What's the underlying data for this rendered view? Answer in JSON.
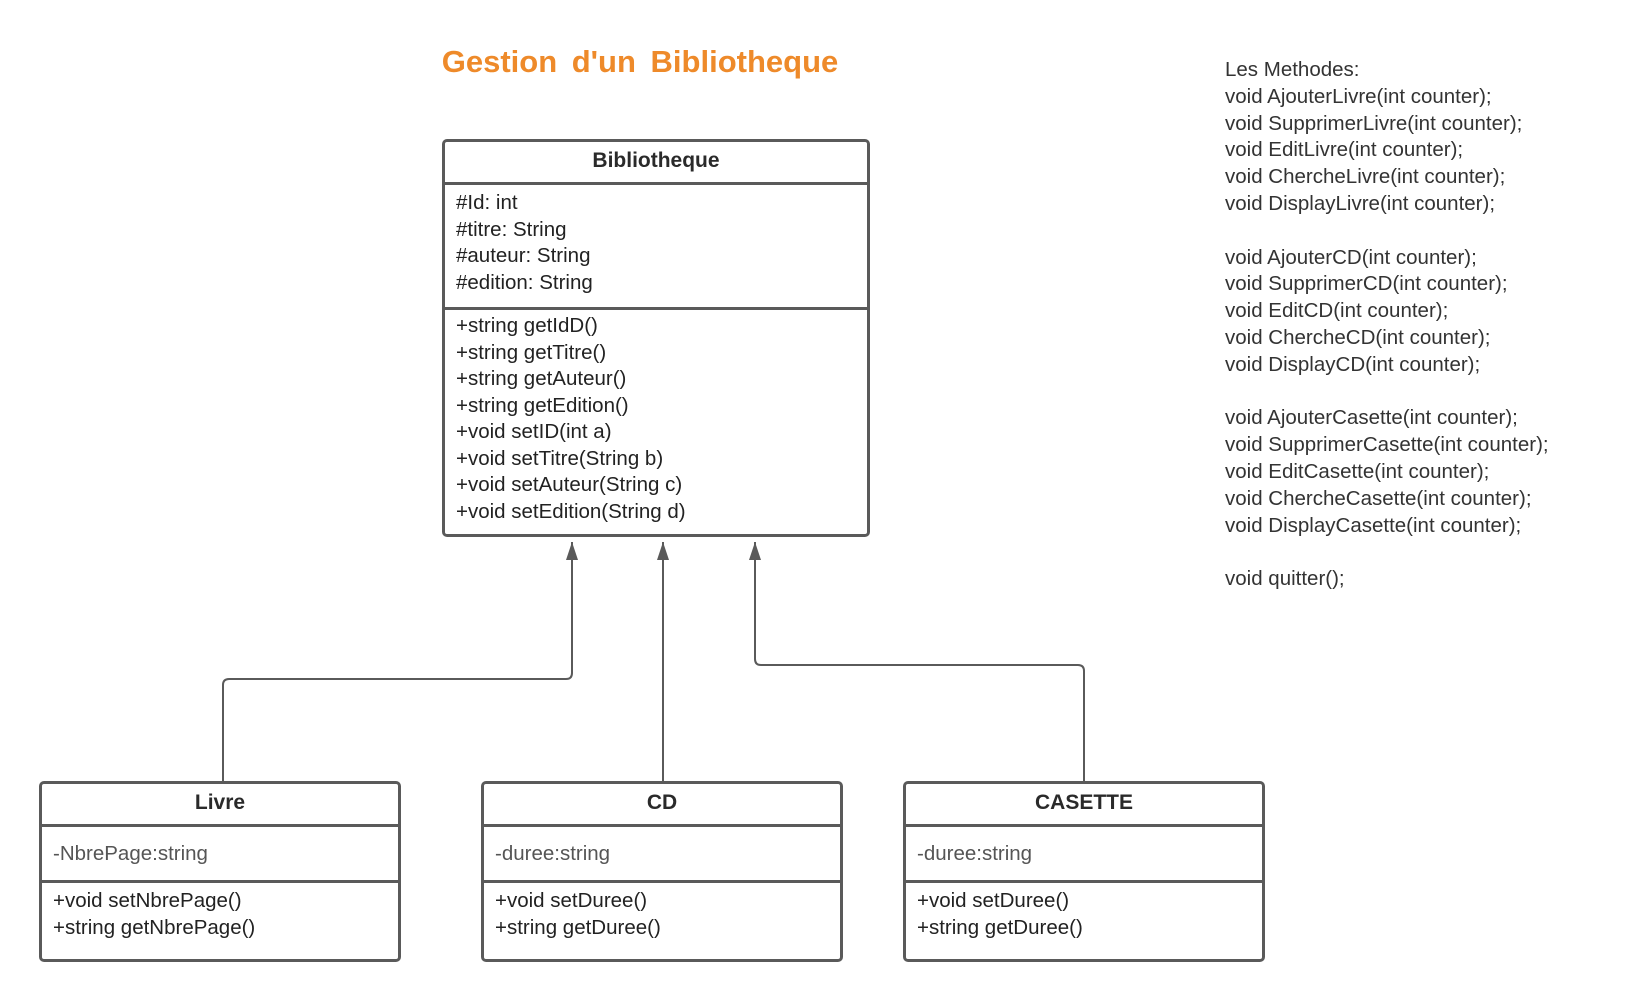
{
  "title": "Gestion  d'un  Bibliotheque",
  "colors": {
    "title": "#ee8a2a",
    "lines": "#5a5a5a"
  },
  "classes": {
    "bibliotheque": {
      "name": "Bibliotheque",
      "attributes": [
        "#Id: int",
        "#titre: String",
        "#auteur: String",
        "#edition: String"
      ],
      "operations": [
        "+string getIdD()",
        "+string getTitre()",
        "+string getAuteur()",
        "+string getEdition()",
        "+void setID(int a)",
        "+void setTitre(String b)",
        "+void setAuteur(String c)",
        "+void setEdition(String d)"
      ]
    },
    "livre": {
      "name": "Livre",
      "attributes": [
        "-NbrePage:string"
      ],
      "operations": [
        "+void setNbrePage()",
        "+string getNbrePage()"
      ]
    },
    "cd": {
      "name": "CD",
      "attributes": [
        "-duree:string"
      ],
      "operations": [
        "+void setDuree()",
        "+string getDuree()"
      ]
    },
    "casette": {
      "name": "CASETTE",
      "attributes": [
        "-duree:string"
      ],
      "operations": [
        "+void setDuree()",
        "+string getDuree()"
      ]
    }
  },
  "relations": [
    {
      "type": "inheritance",
      "from": "Livre",
      "to": "Bibliotheque"
    },
    {
      "type": "inheritance",
      "from": "CD",
      "to": "Bibliotheque"
    },
    {
      "type": "inheritance",
      "from": "CASETTE",
      "to": "Bibliotheque"
    }
  ],
  "methods": {
    "heading": "Les Methodes:",
    "groups": [
      [
        "void AjouterLivre(int counter);",
        "void SupprimerLivre(int counter);",
        "void EditLivre(int counter);",
        "void ChercheLivre(int counter);",
        "void DisplayLivre(int counter);"
      ],
      [
        "void AjouterCD(int counter);",
        "void SupprimerCD(int counter);",
        "void EditCD(int counter);",
        "void ChercheCD(int counter);",
        "void DisplayCD(int counter);"
      ],
      [
        "void AjouterCasette(int counter);",
        "void SupprimerCasette(int counter);",
        "void EditCasette(int counter);",
        "void ChercheCasette(int counter);",
        "void DisplayCasette(int counter);"
      ],
      [
        "void quitter();"
      ]
    ]
  }
}
